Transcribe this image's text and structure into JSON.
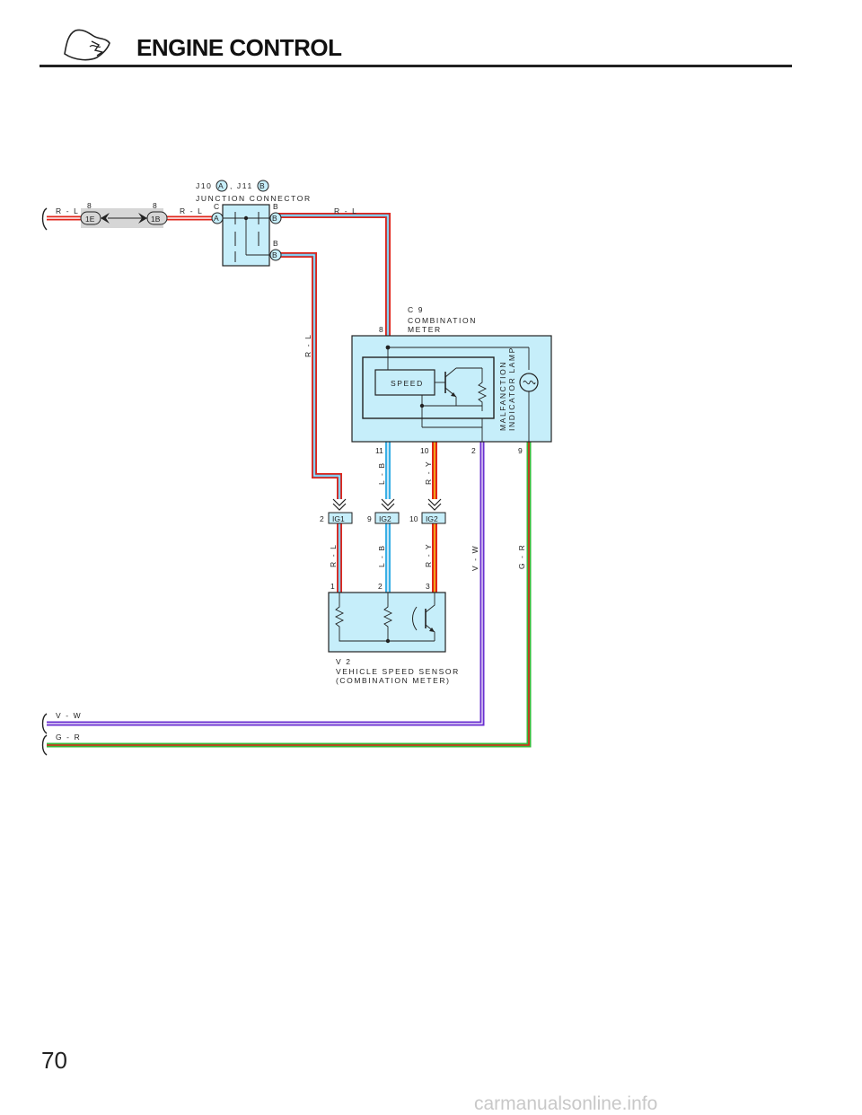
{
  "header": {
    "title": "ENGINE CONTROL"
  },
  "page_number": "70",
  "watermark": "carmanualsonline.info",
  "junction": {
    "ref_a": "J10",
    "badge_a": "A",
    "sep": ", J11",
    "badge_b": "B",
    "name": "JUNCTION CONNECTOR",
    "pin_c": "C",
    "pin_a": "A",
    "pin_b1": "B",
    "pin_b1_badge": "B",
    "pin_b2": "B",
    "pin_b2_badge": "B"
  },
  "connector_left": {
    "pin1": "8",
    "code1": "1E",
    "pin2": "8",
    "code2": "1B"
  },
  "combination_meter": {
    "ref": "C 9",
    "name1": "COMBINATION",
    "name2": "METER",
    "top_pin": "8",
    "speed_label": "SPEED",
    "lamp1": "MALFANCTION",
    "lamp2": "INDICATOR LAMP",
    "pins": [
      "11",
      "10",
      "2",
      "9"
    ]
  },
  "ig_connectors": [
    {
      "pin": "2",
      "code": "IG1"
    },
    {
      "pin": "9",
      "code": "IG2"
    },
    {
      "pin": "10",
      "code": "IG2"
    }
  ],
  "sensor": {
    "ref": "V 2",
    "name1": "VEHICLE SPEED SENSOR",
    "name2": "(COMBINATION METER)",
    "pins": [
      "1",
      "2",
      "3"
    ]
  },
  "wires": {
    "left_rl": "R - L",
    "mid_rl": "R - L",
    "right_rl": "R - L",
    "vert_rl": "R - L",
    "lb_upper": "L - B",
    "ry_upper": "R - Y",
    "rl_lower": "R - L",
    "lb_lower": "L - B",
    "ry_lower": "R - Y",
    "vw_vert": "V - W",
    "gr_vert": "G - R",
    "vw_left": "V - W",
    "gr_left": "G - R"
  },
  "colors": {
    "red": "#e0251b",
    "blue": "#3ab0e6",
    "yellow": "#f6c21a",
    "violet": "#6a2fd0",
    "green": "#36b83a",
    "component_fill": "#c6eefa",
    "splice_fill": "#d6d6d6"
  }
}
